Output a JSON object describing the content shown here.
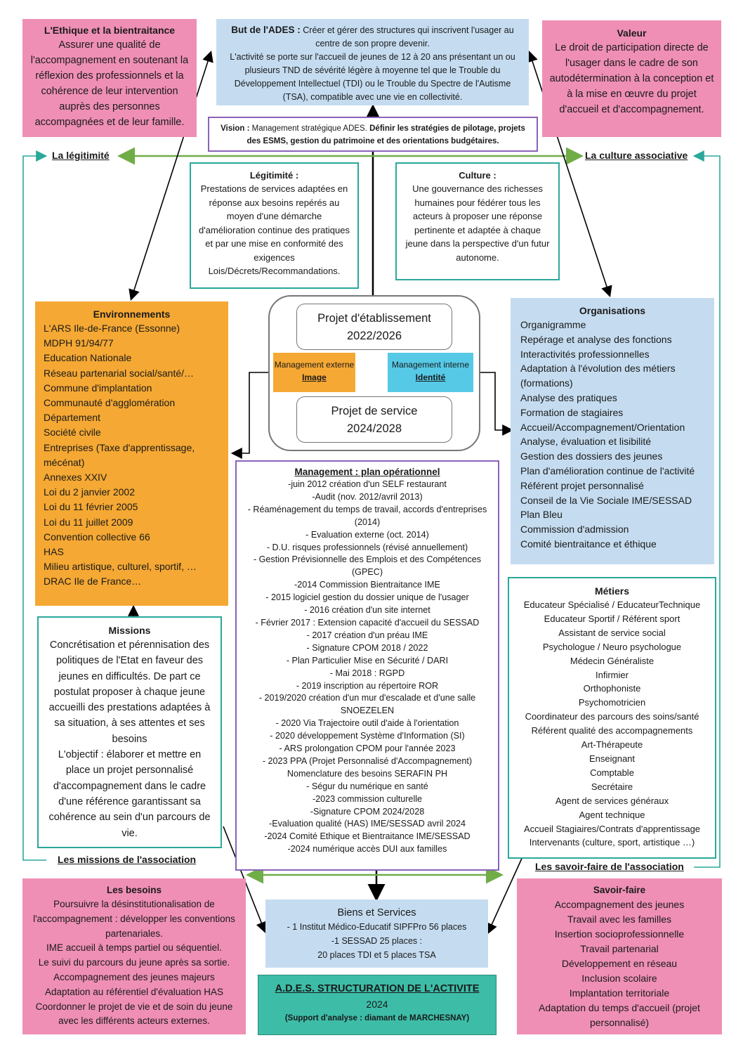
{
  "ethique": {
    "title": "L'Ethique et la bientraitance",
    "text": "Assurer une qualité de l'accompagnement en soutenant la réflexion des professionnels et la cohérence de leur intervention auprès des personnes accompagnées et de leur famille."
  },
  "but": {
    "title": "But de l'ADES :",
    "text1": "Créer et gérer des structures qui inscrivent l'usager au centre de son propre devenir.",
    "text2": "L'activité se porte sur l'accueil de jeunes de 12 à 20 ans présentant un ou plusieurs TND de sévérité légère à moyenne tel que le Trouble du Développement Intellectuel (TDI) ou le Trouble du Spectre de l'Autisme (TSA), compatible avec une vie en collectivité."
  },
  "valeur": {
    "title": "Valeur",
    "text": "Le droit de participation directe de l'usager dans le cadre de son autodétermination à la conception et à la mise en œuvre du projet d'accueil et d'accompagnement."
  },
  "vision": {
    "label": "Vision :",
    "text1": "Management stratégique ADES.",
    "text2": "Définir les stratégies de pilotage, projets des ESMS, gestion du patrimoine et des orientations budgétaires."
  },
  "labels": {
    "legitimite": "La légitimité",
    "culture_asso": "La culture associative",
    "missions_asso": "Les missions de l'association",
    "savoir_asso": "Les savoir-faire de l'association"
  },
  "legitimite": {
    "title": "Légitimité :",
    "text": "Prestations de services adaptées en réponse aux besoins repérés au moyen d'une démarche d'amélioration continue des pratiques et par une mise en conformité des exigences Lois/Décrets/Recommandations."
  },
  "culture": {
    "title": "Culture :",
    "text": "Une gouvernance des richesses humaines pour fédérer tous les acteurs à proposer une réponse pertinente et adaptée à chaque jeune dans la perspective d'un futur autonome."
  },
  "center": {
    "projet_etab": "Projet d'établissement",
    "projet_etab_years": "2022/2026",
    "mgmt_ext": "Management externe",
    "mgmt_ext_word": "Image",
    "mgmt_int": "Management interne",
    "mgmt_int_word": "Identité",
    "projet_service": "Projet de service",
    "projet_service_years": "2024/2028"
  },
  "environnements": {
    "title": "Environnements",
    "items": [
      "L'ARS Ile-de-France (Essonne)",
      "MDPH 91/94/77",
      "Education Nationale",
      "Réseau partenarial social/santé/…",
      "Commune d'implantation",
      "Communauté d'agglomération",
      "Département",
      "Société civile",
      "Entreprises (Taxe d'apprentissage, mécénat)",
      "Annexes XXIV",
      "Loi du 2 janvier 2002",
      "Loi du 11 février 2005",
      "Loi du 11 juillet 2009",
      "Convention collective 66",
      "HAS",
      "Milieu artistique, culturel, sportif, …",
      "DRAC Ile de France…"
    ]
  },
  "organisations": {
    "title": "Organisations",
    "items": [
      "Organigramme",
      "Repérage et analyse des fonctions",
      "Interactivités professionnelles",
      "Adaptation à l'évolution des métiers (formations)",
      "Analyse des pratiques",
      "Formation de stagiaires",
      "Accueil/Accompagnement/Orientation",
      "Analyse, évaluation et lisibilité",
      "Gestion des dossiers des jeunes",
      "Plan d'amélioration continue de l'activité",
      "Référent projet personnalisé",
      "Conseil de la Vie Sociale IME/SESSAD",
      "Plan Bleu",
      "Commission d'admission",
      "Comité bientraitance et éthique"
    ]
  },
  "management": {
    "title": "Management : plan opérationnel",
    "items": [
      "-juin 2012 création d'un SELF restaurant",
      "-Audit (nov. 2012/avril 2013)",
      "- Réaménagement du temps de travail, accords d'entreprises (2014)",
      "- Evaluation externe (oct. 2014)",
      "- D.U. risques professionnels (révisé annuellement)",
      "- Gestion Prévisionnelle des Emplois et des Compétences (GPEC)",
      "-2014 Commission Bientraitance IME",
      "- 2015 logiciel gestion du dossier unique de l'usager",
      "- 2016 création d'un site internet",
      "- Février 2017 : Extension capacité d'accueil du SESSAD",
      "- 2017 création d'un préau IME",
      "- Signature CPOM  2018 / 2022",
      "- Plan Particulier Mise en Sécurité / DARI",
      "- Mai 2018 : RGPD",
      "- 2019 inscription au répertoire ROR",
      "- 2019/2020 création d'un mur d'escalade et d'une salle SNOEZELEN",
      "- 2020 Via Trajectoire outil d'aide à l'orientation",
      "- 2020 développement Système d'Information (SI)",
      "- ARS prolongation CPOM pour l'année 2023",
      "- 2023 PPA (Projet Personnalisé d'Accompagnement)",
      "Nomenclature des besoins SERAFIN PH",
      "- Ségur du numérique en santé",
      "-2023 commission culturelle",
      "-Signature CPOM 2024/2028",
      "-Evaluation qualité (HAS) IME/SESSAD avril 2024",
      "-2024 Comité Ethique et Bientraitance IME/SESSAD",
      "-2024 numérique accès DUI aux familles"
    ]
  },
  "missions": {
    "title": "Missions",
    "text1": "Concrétisation et pérennisation des politiques de l'Etat en faveur des jeunes en difficultés. De part ce postulat proposer à chaque jeune accueilli des prestations adaptées à sa situation, à ses attentes et ses besoins",
    "text2": "L'objectif : élaborer et mettre en place un projet personnalisé d'accompagnement dans le cadre d'une référence garantissant sa cohérence au sein d'un parcours de vie."
  },
  "metiers": {
    "title": "Métiers",
    "items": [
      "Educateur Spécialisé / EducateurTechnique",
      "Educateur Sportif / Référent sport",
      "Assistant de service social",
      "Psychologue / Neuro psychologue",
      "Médecin Généraliste",
      "Infirmier",
      "Orthophoniste",
      "Psychomotricien",
      "Coordinateur des parcours des soins/santé",
      "Référent qualité des accompagnements",
      "Art-Thérapeute",
      "Enseignant",
      "Comptable",
      "Secrétaire",
      "Agent de services généraux",
      "Agent technique",
      "Accueil Stagiaires/Contrats d'apprentissage",
      "Intervenants (culture, sport, artistique …)"
    ]
  },
  "besoins": {
    "title": "Les besoins",
    "items": [
      "Poursuivre la désinstitutionalisation de l'accompagnement : développer les conventions partenariales.",
      "IME accueil à temps partiel ou séquentiel.",
      "Le suivi du parcours du jeune après sa sortie.",
      "Accompagnement des jeunes majeurs",
      "Adaptation au référentiel d'évaluation HAS",
      "Coordonner le projet de vie et de soin du jeune avec les différents acteurs externes."
    ]
  },
  "biens": {
    "title": "Biens et Services",
    "items": [
      "- 1 Institut Médico-Educatif SIPFPro 56 places",
      "-1 SESSAD 25 places :",
      "20 places TDI et 5 places TSA"
    ]
  },
  "structuration": {
    "title": "A.D.E.S. STRUCTURATION DE L'ACTIVITE",
    "year": "2024",
    "sub": "(Support d'analyse : diamant de MARCHESNAY)"
  },
  "savoir": {
    "title": "Savoir-faire",
    "items": [
      "Accompagnement des jeunes",
      "Travail avec les familles",
      "Insertion socioprofessionnelle",
      "Travail partenarial",
      "Développement en réseau",
      "Inclusion scolaire",
      "Implantation territoriale",
      "Adaptation du temps d'accueil (projet personnalisé)"
    ]
  },
  "colors": {
    "pink": "#ef8fb5",
    "blue": "#c5dcf0",
    "orange": "#f5a833",
    "teal": "#2aa89a",
    "purple": "#8a63b8",
    "cyan": "#56c9e6",
    "green": "#70ad47",
    "structuration_bg": "#3dbda8"
  }
}
